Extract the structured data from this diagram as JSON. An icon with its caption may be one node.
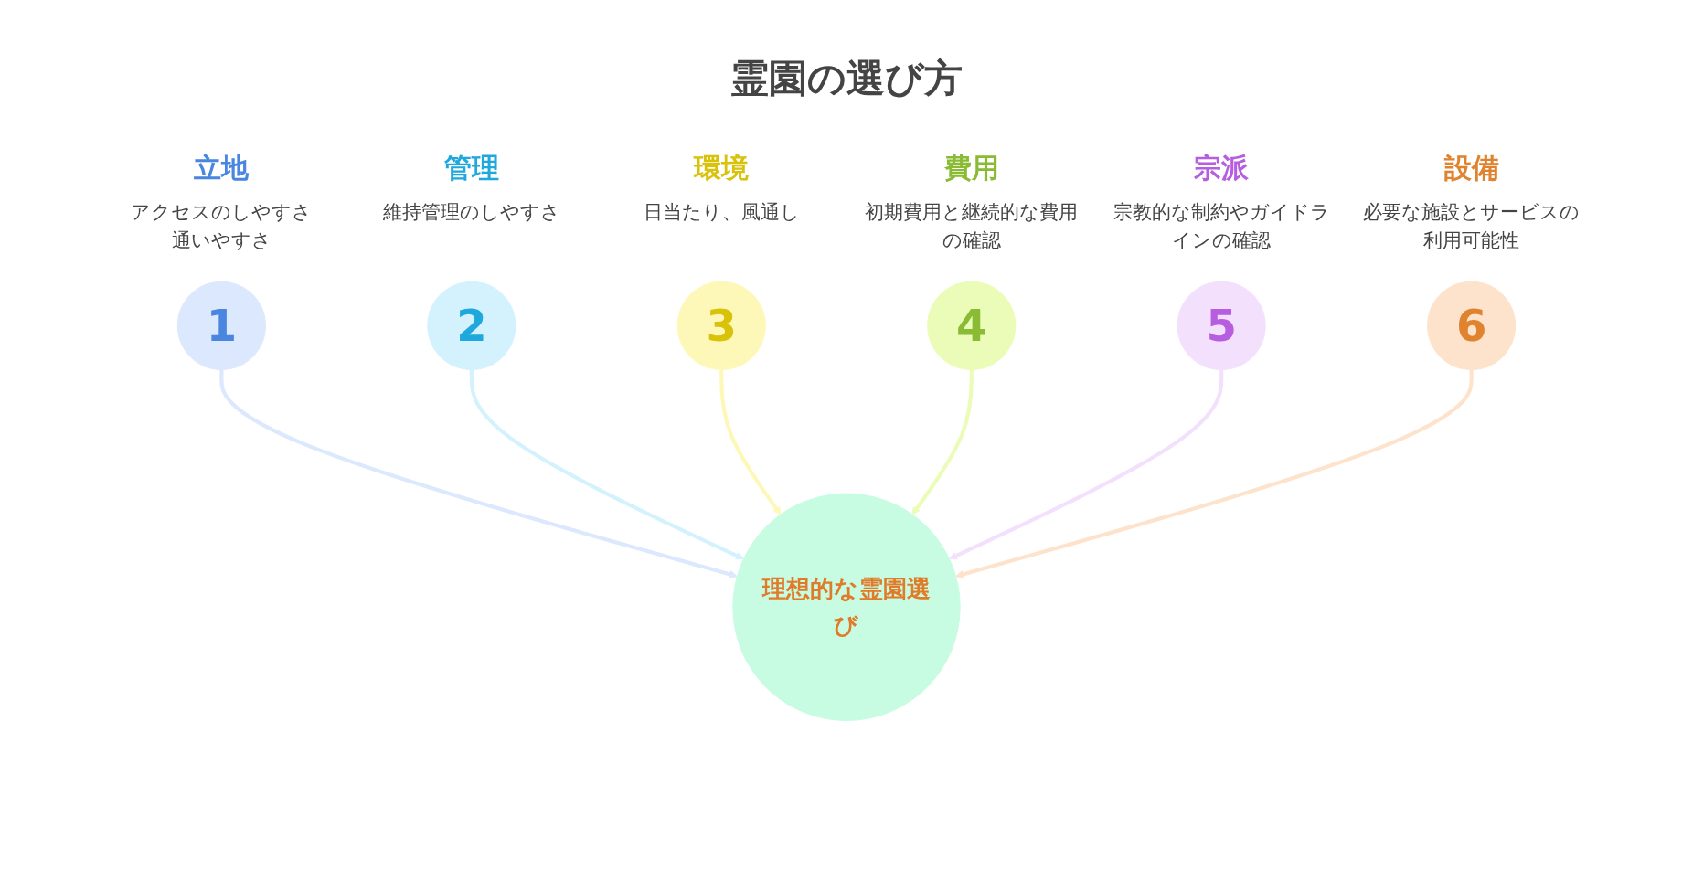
{
  "diagram": {
    "title": "霊園の選び方",
    "nodes": [
      {
        "text": [
          "理想的な霊園選び"
        ]
      },
      {
        "text": [
          "1"
        ],
        "beside": [
          "立地",
          "アクセスのしやすさ",
          "通いやすさ"
        ]
      },
      {
        "text": [
          "2"
        ],
        "beside": [
          "管理",
          "維持管理のしやすさ"
        ]
      },
      {
        "text": [
          "3"
        ],
        "beside": [
          "環境",
          "日当たり、風通し"
        ]
      },
      {
        "text": [
          "4"
        ],
        "beside": [
          "費用",
          "初期費用と継続的な費用の確認"
        ]
      },
      {
        "text": [
          "5"
        ],
        "beside": [
          "宗派",
          "宗教的な制約やガイドラインの確認"
        ]
      },
      {
        "text": [
          "6"
        ],
        "beside": [
          "設備",
          "必要な施設とサービスの利用可能性"
        ]
      }
    ],
    "edges": [
      {
        "from": 1,
        "to": 0,
        "arrow": "to",
        "color": "#dce8fd"
      },
      {
        "from": 2,
        "to": 0,
        "arrow": "to",
        "color": "#d3f2fd"
      },
      {
        "from": 3,
        "to": 0,
        "arrow": "to",
        "color": "#fef8b8"
      },
      {
        "from": 4,
        "to": 0,
        "arrow": "to",
        "color": "#ebfcb8"
      },
      {
        "from": 5,
        "to": 0,
        "arrow": "to",
        "color": "#f3e0fd"
      },
      {
        "from": 6,
        "to": 0,
        "arrow": "to",
        "color": "#fee3cc"
      }
    ]
  }
}
